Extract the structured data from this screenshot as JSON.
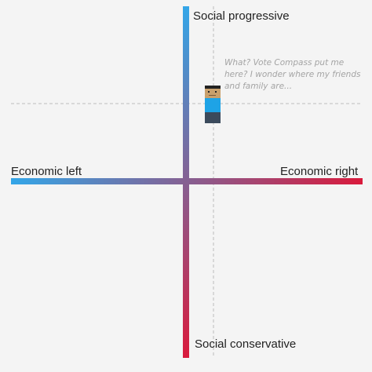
{
  "labels": {
    "top": "Social progressive",
    "bottom": "Social conservative",
    "left": "Economic left",
    "right": "Economic right"
  },
  "annotation": {
    "text": "What? Vote Compass put me here? I wonder where my friends and family are..."
  },
  "colors": {
    "background": "#f4f4f4",
    "left_blue": "#33a6e8",
    "right_red": "#d91a3c",
    "guide_line": "#bdbdbd",
    "avatar_hair": "#222222",
    "avatar_face": "#c9a06c",
    "avatar_shirt": "#1ea3e6",
    "avatar_pants": "#3b4a5c"
  },
  "icons": {
    "avatar": "person-avatar-icon"
  }
}
